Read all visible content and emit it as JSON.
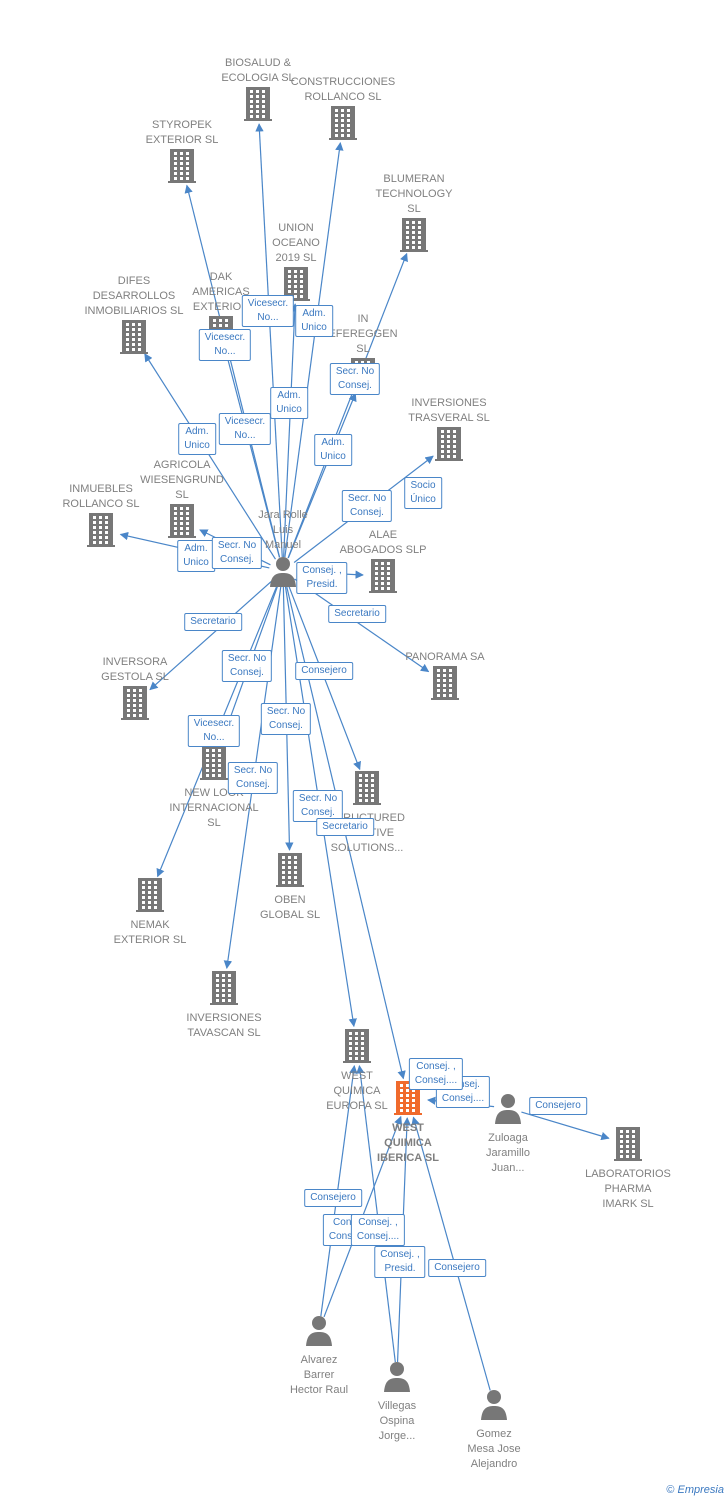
{
  "colors": {
    "edge": "#4a86c8",
    "icon": "#777777",
    "icon_main": "#f06a2c",
    "label": "#808080"
  },
  "nodes": [
    {
      "id": "biosalud",
      "kind": "company",
      "label": "BIOSALUD &\nECOLOGIA  SL"
    },
    {
      "id": "construcciones",
      "kind": "company",
      "label": "CONSTRUCCIONES\nROLLANCO  SL"
    },
    {
      "id": "styropek",
      "kind": "company",
      "label": "STYROPEK\nEXTERIOR  SL"
    },
    {
      "id": "blumeran",
      "kind": "company",
      "label": "BLUMERAN\nTECHNOLOGY\nSL"
    },
    {
      "id": "union",
      "kind": "company",
      "label": "UNION\nOCEANO\n2019  SL"
    },
    {
      "id": "difes",
      "kind": "company",
      "label": "DIFES\nDESARROLLOS\nINMOBILIARIOS SL"
    },
    {
      "id": "dak",
      "kind": "company",
      "label": "DAK\nAMERICAS\nEXTERIOR"
    },
    {
      "id": "in",
      "kind": "company",
      "label": "IN\nEFEREGGEN\nSL"
    },
    {
      "id": "trasveral",
      "kind": "company",
      "label": "INVERSIONES\nTRASVERAL SL"
    },
    {
      "id": "agricola",
      "kind": "company",
      "label": "AGRICOLA\nWIESENGRUND\nSL"
    },
    {
      "id": "inmuebles",
      "kind": "company",
      "label": "INMUEBLES\nROLLANCO  SL"
    },
    {
      "id": "jara",
      "kind": "person",
      "label": "Jara Rolle\nLuis\nManuel"
    },
    {
      "id": "alae",
      "kind": "company",
      "label": "ALAE\nABOGADOS  SLP"
    },
    {
      "id": "panorama",
      "kind": "company",
      "label": "PANORAMA SA"
    },
    {
      "id": "gestola",
      "kind": "company",
      "label": "INVERSORA\nGESTOLA SL"
    },
    {
      "id": "newlook",
      "kind": "company",
      "label": "NEW LOOK\nINTERNACIONAL\nSL"
    },
    {
      "id": "structured",
      "kind": "company",
      "label": "STRUCTURED\nCREATIVE\nSOLUTIONS..."
    },
    {
      "id": "oben",
      "kind": "company",
      "label": "OBEN\nGLOBAL  SL"
    },
    {
      "id": "nemak",
      "kind": "company",
      "label": "NEMAK\nEXTERIOR SL"
    },
    {
      "id": "tavascan",
      "kind": "company",
      "label": "INVERSIONES\nTAVASCAN SL"
    },
    {
      "id": "wqeuropa",
      "kind": "company",
      "label": "WEST\nQUIMICA\nEUROPA  SL"
    },
    {
      "id": "wqiberica",
      "kind": "main",
      "label": "WEST\nQUIMICA\nIBERICA  SL"
    },
    {
      "id": "zuloaga",
      "kind": "person",
      "label": "Zuloaga\nJaramillo\nJuan..."
    },
    {
      "id": "pharma",
      "kind": "company",
      "label": "LABORATORIOS\nPHARMA\nIMARK  SL"
    },
    {
      "id": "alvarez",
      "kind": "person",
      "label": "Alvarez\nBarrer\nHector Raul"
    },
    {
      "id": "villegas",
      "kind": "person",
      "label": "Villegas\nOspina\nJorge..."
    },
    {
      "id": "gomez",
      "kind": "person",
      "label": "Gomez\nMesa Jose\nAlejandro"
    }
  ],
  "edge_labels": [
    "Vicesecr.\nNo...",
    "Adm.\nUnico",
    "Vicesecr.\nNo...",
    "Secr.  No\nConsej.",
    "Adm.\nUnico",
    "Vicesecr.\nNo...",
    "Adm.\nUnico",
    "Adm.\nUnico",
    "Secr.  No\nConsej.",
    "Socio\nÚnico",
    "Adm.\nUnico",
    "Secr.  No\nConsej.",
    "Consej. ,\nPresid.",
    "Secretario",
    "Secretario",
    "Secr.  No\nConsej.",
    "Consejero",
    "Secr.  No\nConsej.",
    "Vicesecr.\nNo...",
    "Secr.  No\nConsej.",
    "Secr.  No\nConsej.",
    "Secretario",
    "Consej.\nConsej....",
    "Consej. ,\nConsej....",
    "Consejero",
    "Consejero",
    "Consej.\nConsej....",
    "Consej. ,\nConsej....",
    "Consej. ,\nPresid.",
    "Consejero"
  ],
  "copyright": {
    "symbol": "©",
    "brand": "Empresia"
  }
}
